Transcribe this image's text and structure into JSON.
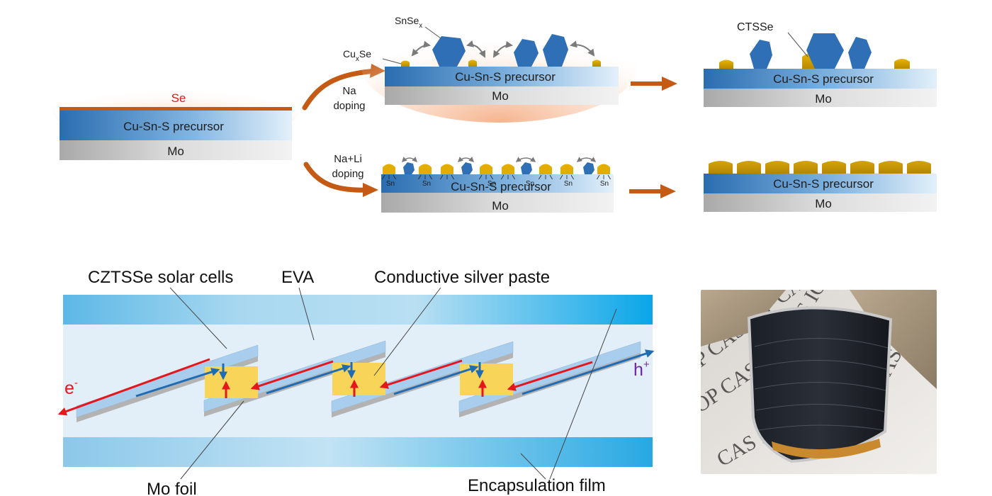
{
  "top_scheme": {
    "initial": {
      "selenium_label": "Se",
      "precursor_label": "Cu-Sn-S precursor",
      "substrate_label": "Mo"
    },
    "na_branch": {
      "doping_label_line1": "Na",
      "doping_label_line2": "doping",
      "snse_label_main": "SnSe",
      "snse_label_sub": "x",
      "cuse_label_main": "Cu",
      "cuse_label_sub": "x",
      "cuse_label_tail": "Se",
      "precursor_label": "Cu-Sn-S precursor",
      "substrate_label": "Mo",
      "result_grain_label": "CTSSe",
      "result_precursor_label": "Cu-Sn-S precursor",
      "result_substrate_label": "Mo"
    },
    "nali_branch": {
      "doping_label_line1": "Na+Li",
      "doping_label_line2": "doping",
      "sn_labels": [
        "Sn",
        "Sn",
        "Sn",
        "Sn",
        "Sn",
        "Sn"
      ],
      "precursor_label": "Cu-Sn-S precursor",
      "substrate_label": "Mo",
      "result_precursor_label": "Cu-Sn-S precursor",
      "result_substrate_label": "Mo"
    }
  },
  "module_diagram": {
    "labels": {
      "cells": "CZTSSe solar cells",
      "eva": "EVA",
      "paste": "Conductive silver paste",
      "mo_foil": "Mo foil",
      "encapsulation": "Encapsulation film",
      "electron_main": "e",
      "electron_sup": "-",
      "hole_main": "h",
      "hole_sup": "+"
    }
  },
  "photo": {
    "watermark_lines": [
      "CAS IOP CAS",
      "P CAS IOP CAS",
      "IOP CAS IOP",
      "CAS IOP CAS",
      "S IOP CAS IOP",
      "AS IOP CAS IO"
    ]
  },
  "colors": {
    "precursor_blue": "#2a6db0",
    "precursor_light": "#dcecf8",
    "mo_gray": "#c4c4c4",
    "selenium_orange": "#c45a14",
    "glow": "#f6b48c",
    "cu_gold": "#d9a200",
    "grain_gold": "#c99a06",
    "snse_blue": "#2e6fb5",
    "electron_red": "#e5161c",
    "hole_blue": "#1f6cb5",
    "paste_yellow": "#f8d458",
    "film_cyan": "#22a9e2",
    "hole_label_purple": "#6a2aa0"
  }
}
